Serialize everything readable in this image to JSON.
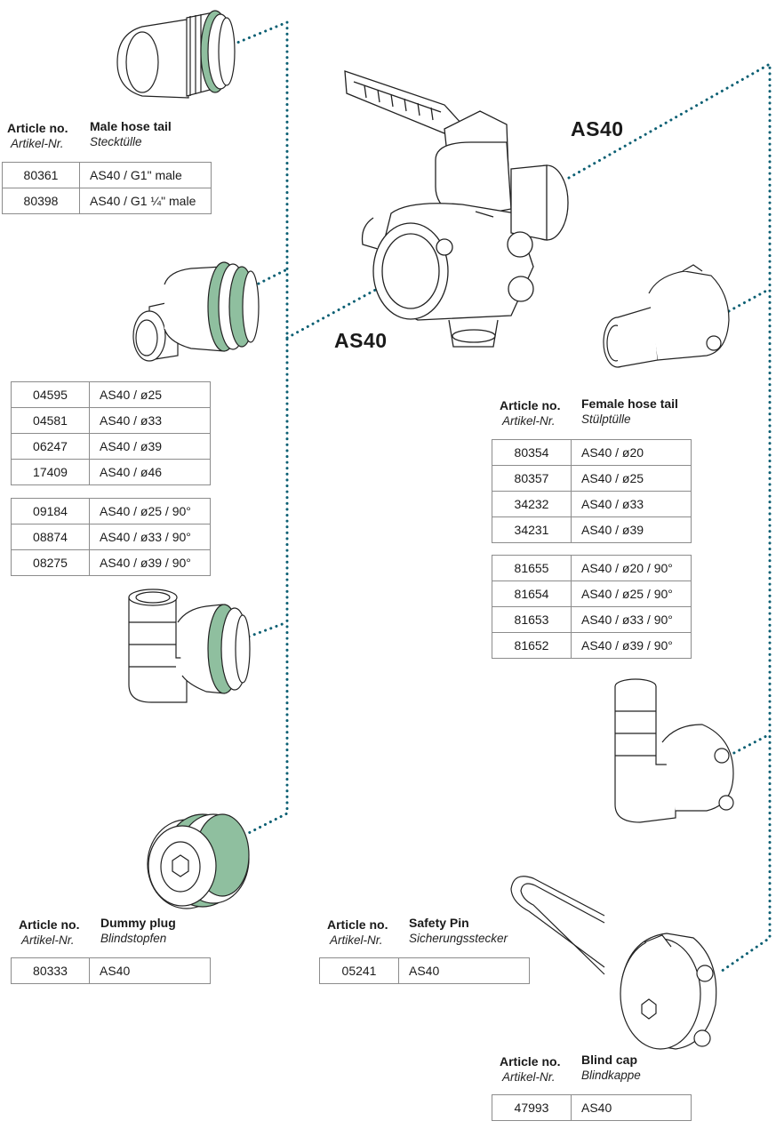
{
  "brand_color": "#0b5f73",
  "gasket_color": "#8fbf9f",
  "valve_labels": [
    "AS40",
    "AS40"
  ],
  "sections": {
    "male": {
      "article_label": "Article no.",
      "article_sub": "Artikel-Nr.",
      "title": "Male hose tail",
      "subtitle": "Stecktülle",
      "tables": [
        [
          {
            "no": "80361",
            "desc": "AS40 / G1\" male"
          },
          {
            "no": "80398",
            "desc": "AS40 / G1 ¼\" male"
          }
        ],
        [
          {
            "no": "04595",
            "desc": "AS40 / ø25"
          },
          {
            "no": "04581",
            "desc": "AS40 / ø33"
          },
          {
            "no": "06247",
            "desc": "AS40 / ø39"
          },
          {
            "no": "17409",
            "desc": "AS40 / ø46"
          }
        ],
        [
          {
            "no": "09184",
            "desc": "AS40 / ø25 / 90°"
          },
          {
            "no": "08874",
            "desc": "AS40 / ø33 / 90°"
          },
          {
            "no": "08275",
            "desc": "AS40 / ø39 / 90°"
          }
        ]
      ]
    },
    "female": {
      "article_label": "Article no.",
      "article_sub": "Artikel-Nr.",
      "title": "Female hose tail",
      "subtitle": "Stülptülle",
      "tables": [
        [
          {
            "no": "80354",
            "desc": "AS40 / ø20"
          },
          {
            "no": "80357",
            "desc": "AS40 / ø25"
          },
          {
            "no": "34232",
            "desc": "AS40 / ø33"
          },
          {
            "no": "34231",
            "desc": "AS40 / ø39"
          }
        ],
        [
          {
            "no": "81655",
            "desc": "AS40 / ø20 / 90°"
          },
          {
            "no": "81654",
            "desc": "AS40 / ø25 / 90°"
          },
          {
            "no": "81653",
            "desc": "AS40 / ø33 / 90°"
          },
          {
            "no": "81652",
            "desc": "AS40 / ø39 / 90°"
          }
        ]
      ]
    },
    "dummy": {
      "article_label": "Article no.",
      "article_sub": "Artikel-Nr.",
      "title": "Dummy plug",
      "subtitle": "Blindstopfen",
      "tables": [
        [
          {
            "no": "80333",
            "desc": "AS40"
          }
        ]
      ]
    },
    "pin": {
      "article_label": "Article no.",
      "article_sub": "Artikel-Nr.",
      "title": "Safety Pin",
      "subtitle": "Sicherungsstecker",
      "tables": [
        [
          {
            "no": "05241",
            "desc": "AS40"
          }
        ]
      ]
    },
    "cap": {
      "article_label": "Article no.",
      "article_sub": "Artikel-Nr.",
      "title": "Blind cap",
      "subtitle": "Blindkappe",
      "tables": [
        [
          {
            "no": "47993",
            "desc": "AS40"
          }
        ]
      ]
    }
  }
}
